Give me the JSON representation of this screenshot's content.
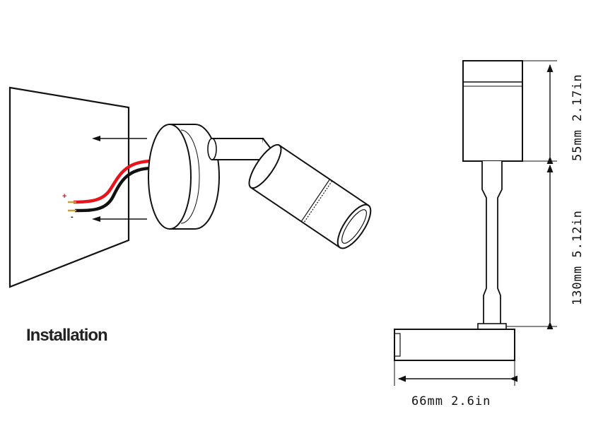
{
  "installation_label": "Installation",
  "polarity": {
    "positive": "+",
    "negative": "-"
  },
  "dimensions": {
    "head_height": "55mm 2.17in",
    "arm_height": "130mm 5.12in",
    "base_width": "66mm 2.6in"
  },
  "colors": {
    "wire_positive": "#e8141c",
    "wire_negative": "#111111",
    "line": "#111111"
  }
}
